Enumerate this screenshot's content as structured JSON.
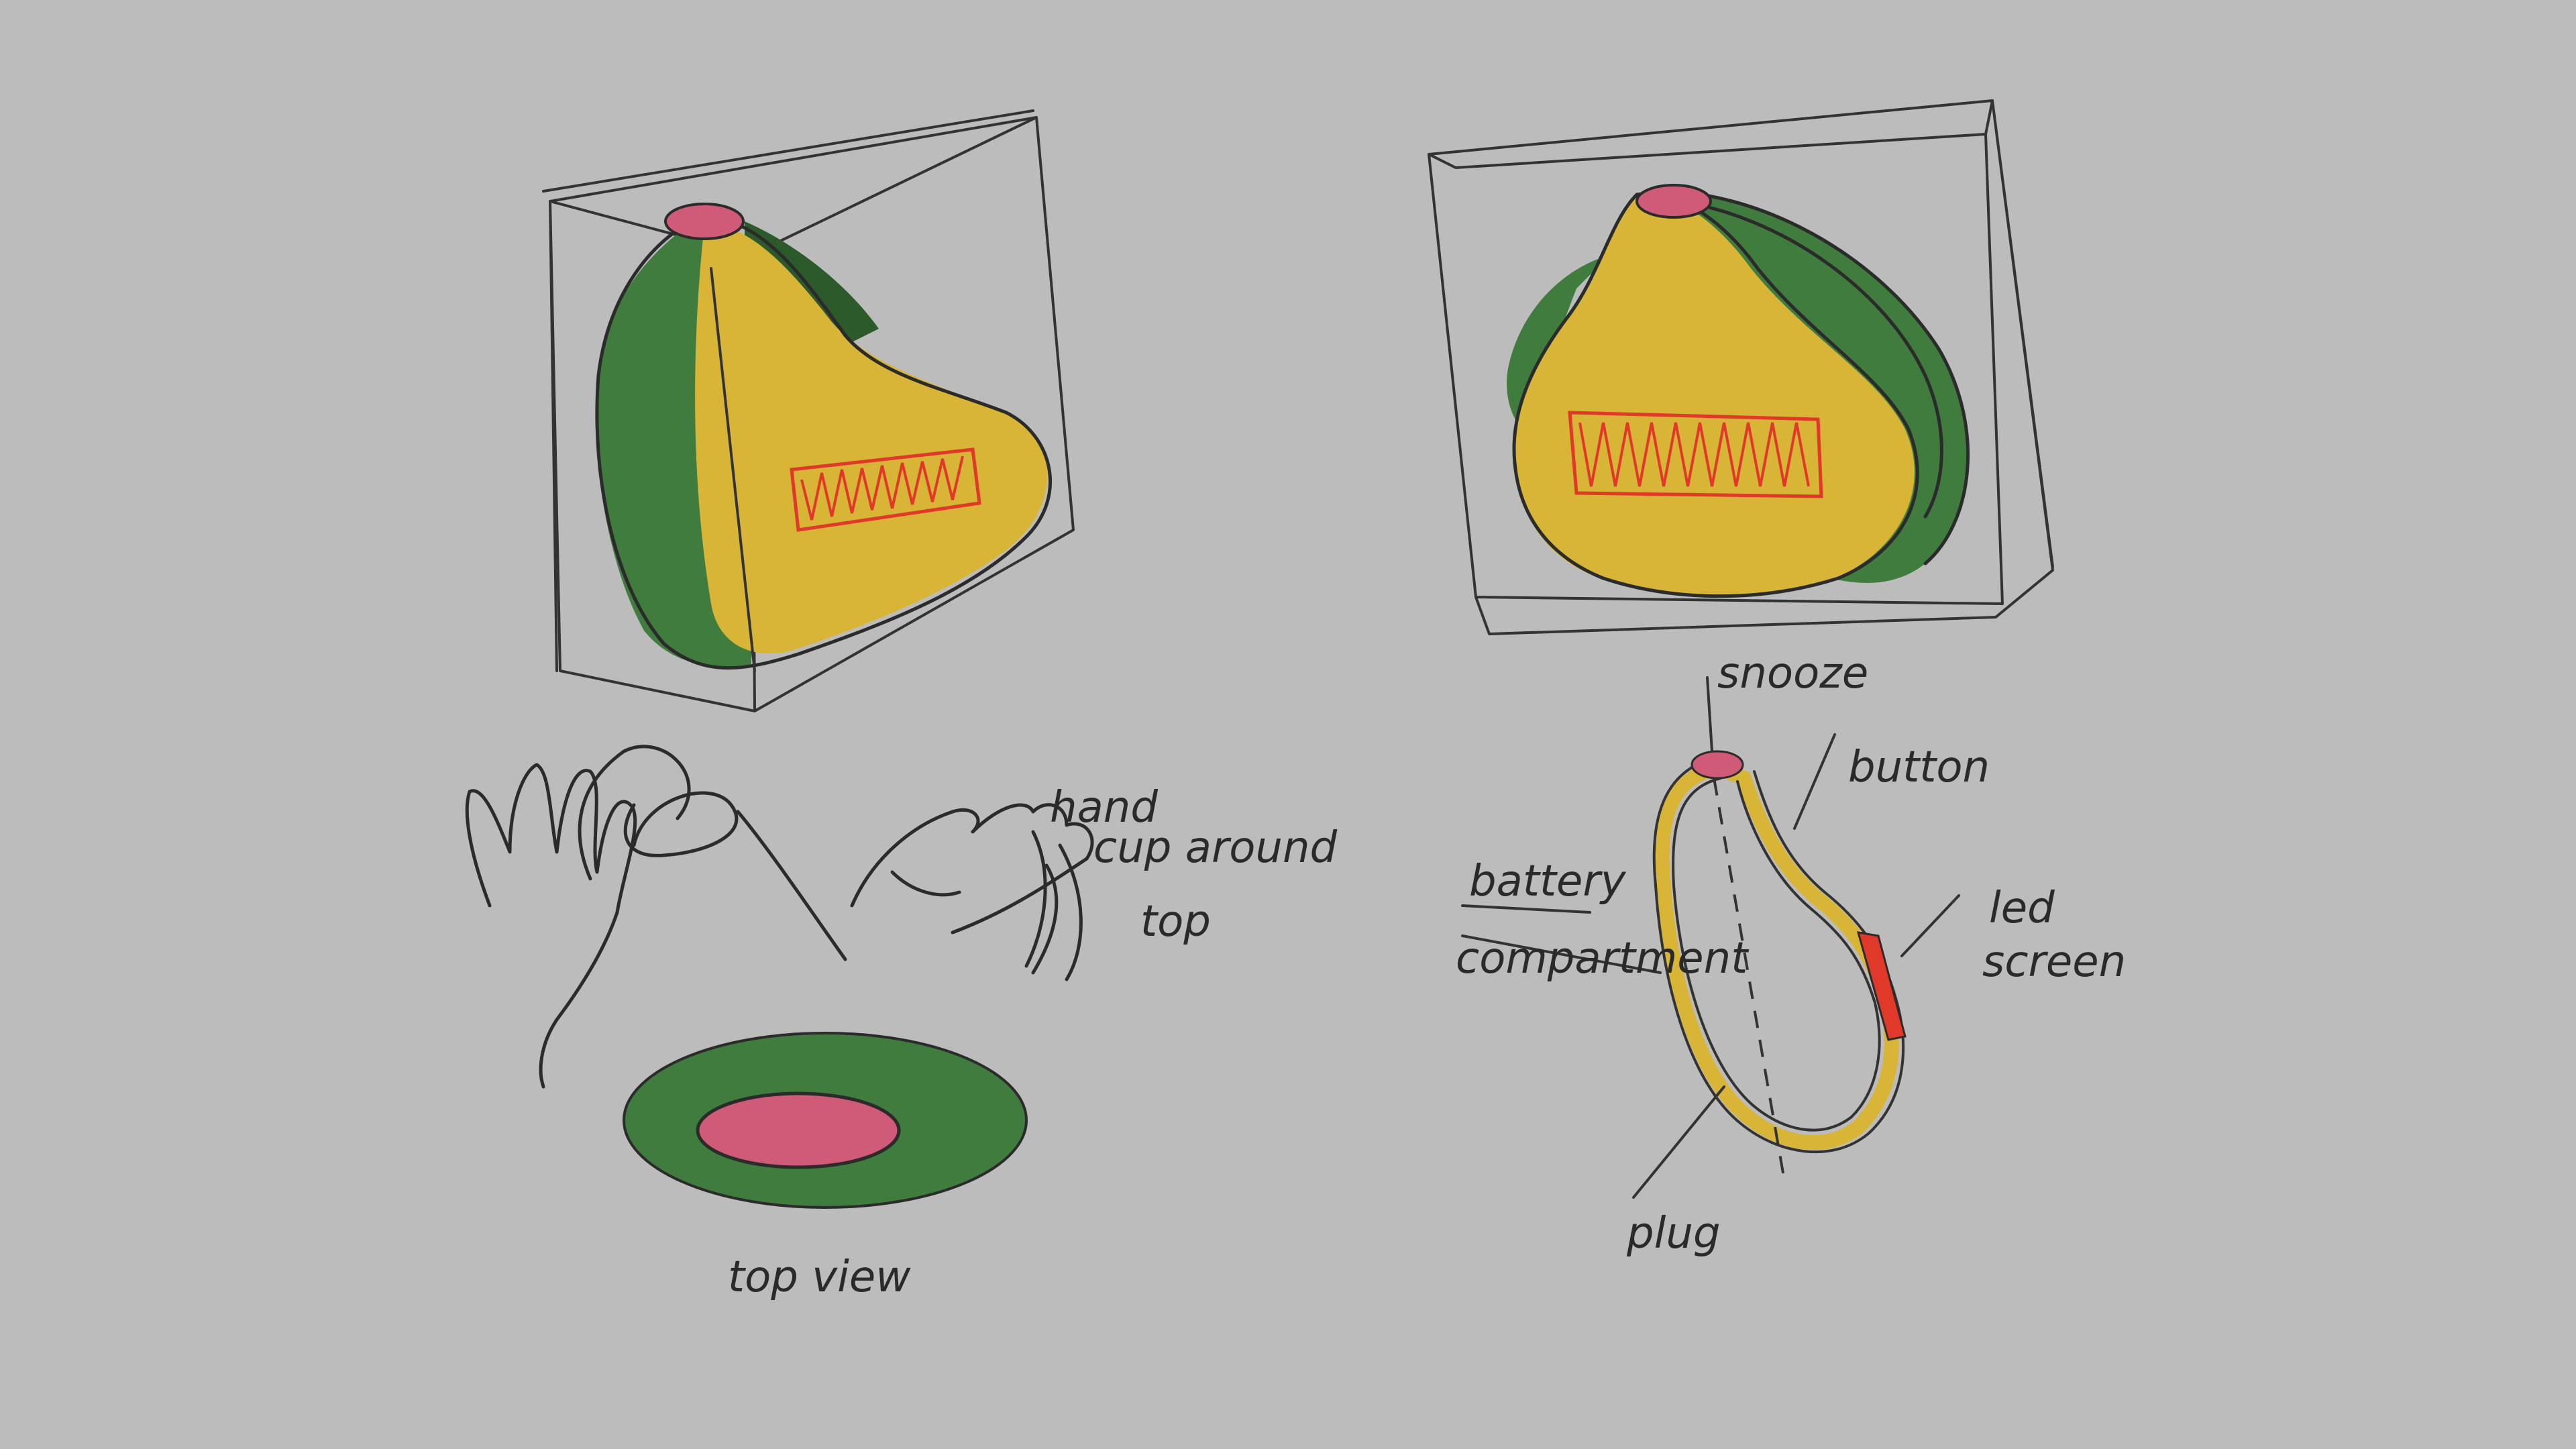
{
  "colors": {
    "background": "#bdbcbd",
    "body_yellow": "#d8b536",
    "body_green": "#3f7c3d",
    "body_dark_green": "#2d5a2b",
    "button_pink": "#cf5b78",
    "led_red": "#e0392a",
    "ink": "#2b2b2b"
  },
  "labels": {
    "hand_line1": "hand",
    "hand_line2": "cup around",
    "hand_line3": "top",
    "top_view": "top view",
    "snooze": "snooze",
    "button": "button",
    "battery": "battery",
    "compartment": "compartment",
    "led": "led",
    "screen": "screen",
    "plug": "plug"
  },
  "icons": [
    "hand-left-icon",
    "hand-right-icon"
  ]
}
